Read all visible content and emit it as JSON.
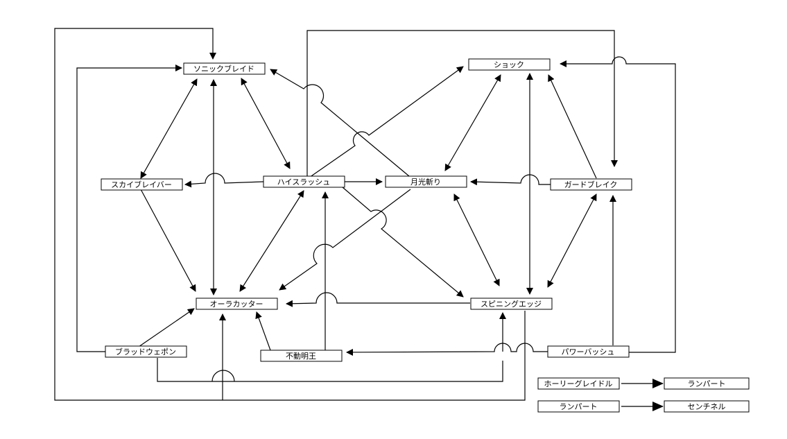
{
  "nodes": {
    "sonic_blade": "ソニックブレイド",
    "shock": "ショック",
    "sky_blaver": "スカイブレイバー",
    "high_slash": "ハイスラッシュ",
    "gekko": "月光斬り",
    "guard_break": "ガードブレイク",
    "aura_cutter": "オーラカッター",
    "spinning_edge": "スピニングエッジ",
    "blood_weapon": "ブラッドウェポン",
    "fudo": "不動明王",
    "power_bash": "パワーバッシュ",
    "holy_grail": "ホーリーグレイドル",
    "rampart_a": "ランパート",
    "rampart_b": "ランパート",
    "sentinel": "センチネル"
  }
}
